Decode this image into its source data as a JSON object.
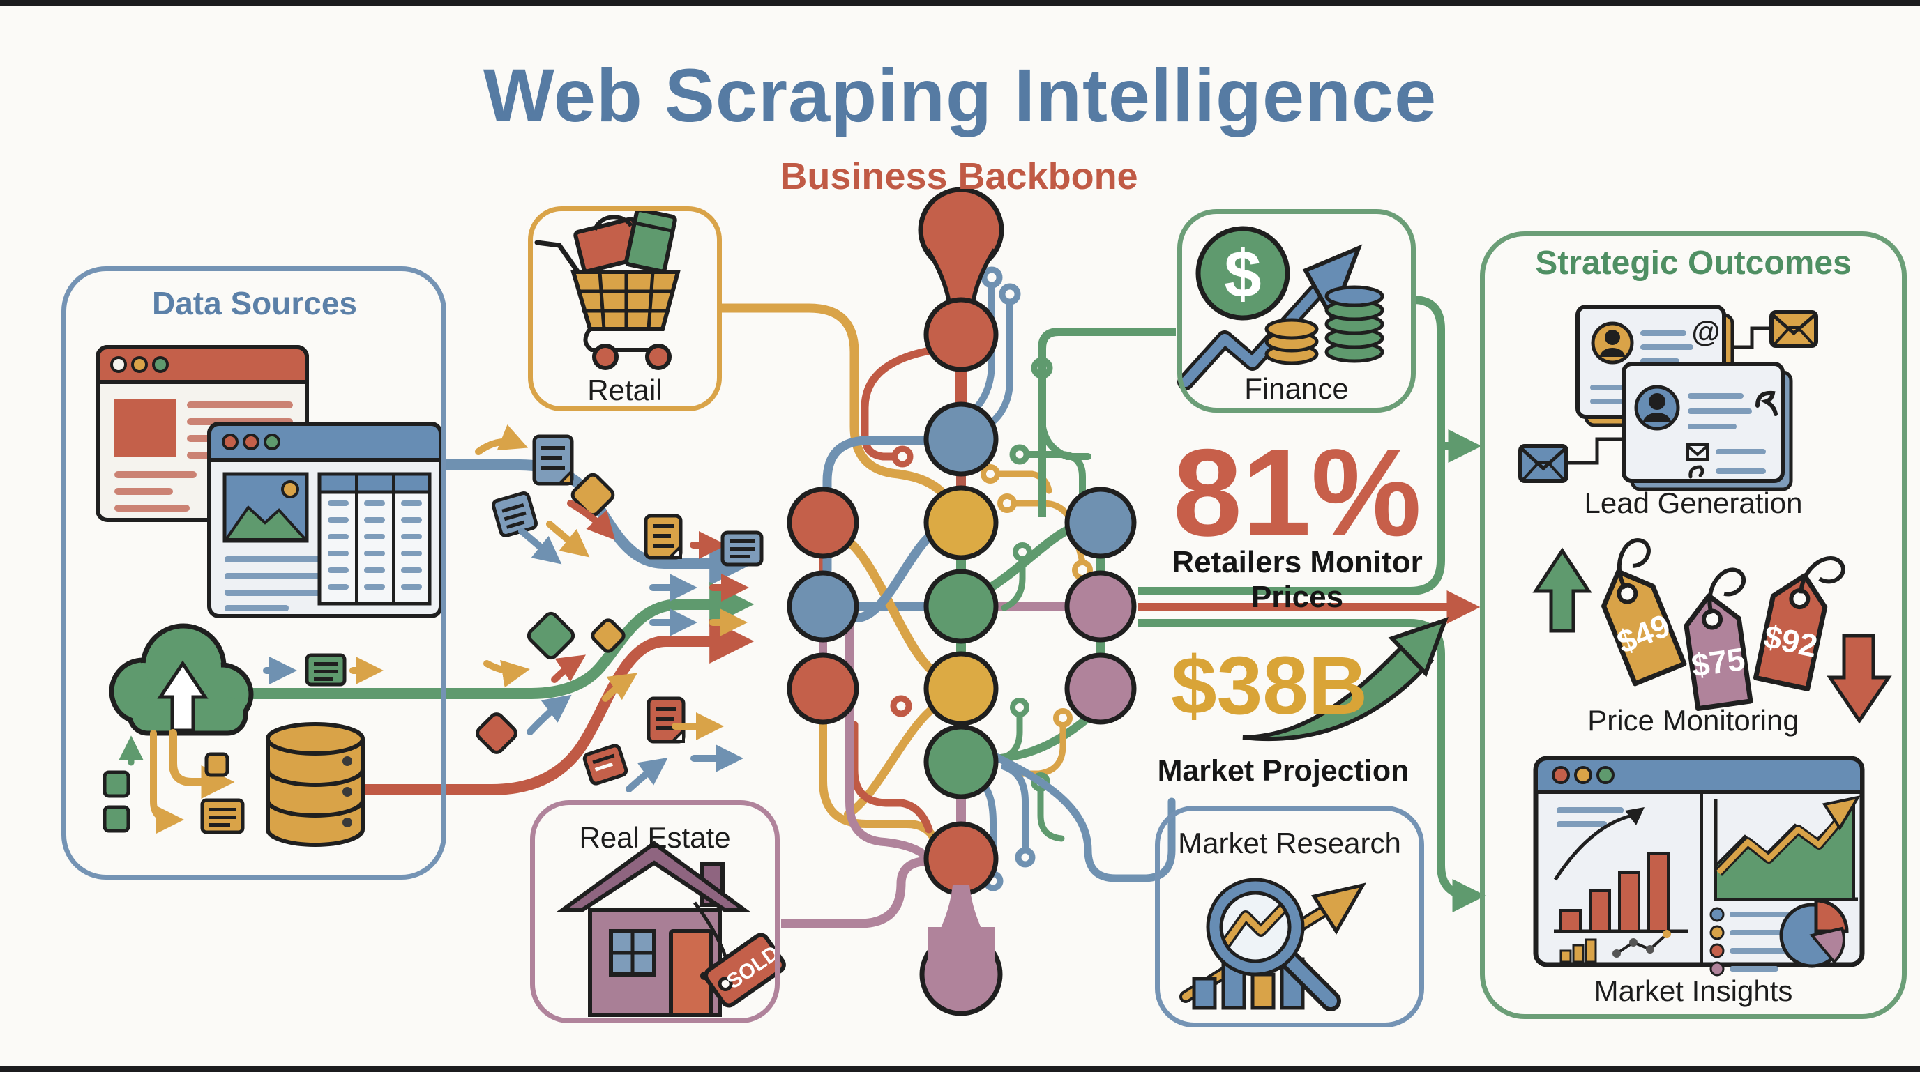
{
  "page": {
    "title": "Web Scraping Intelligence",
    "subtitle": "Business Backbone"
  },
  "palette": {
    "background": "#fbfaf7",
    "title_blue": "#567ba3",
    "accent_red": "#c05a45",
    "accent_yellow": "#d9a348",
    "accent_green": "#5f9a6e",
    "accent_blue": "#6f91b1",
    "accent_mauve": "#b0839b",
    "ink": "#1f1f1f"
  },
  "data_sources": {
    "title": "Data Sources"
  },
  "retail": {
    "label": "Retail"
  },
  "real_estate": {
    "label": "Real Estate",
    "sold_tag": "SOLD"
  },
  "finance": {
    "label": "Finance",
    "dollar_glyph": "$"
  },
  "stats": {
    "retailers": {
      "value": "81%",
      "caption": "Retailers Monitor Prices"
    },
    "market": {
      "value": "$38B",
      "caption": "Market Projection"
    }
  },
  "market_research": {
    "label": "Market Research"
  },
  "strategic_outcomes": {
    "title": "Strategic Outcomes",
    "lead_generation": {
      "label": "Lead Generation",
      "at_glyph": "@"
    },
    "price_monitoring": {
      "label": "Price Monitoring",
      "tags": [
        "$49",
        "$75",
        "$92"
      ]
    },
    "market_insights": {
      "label": "Market Insights"
    }
  }
}
